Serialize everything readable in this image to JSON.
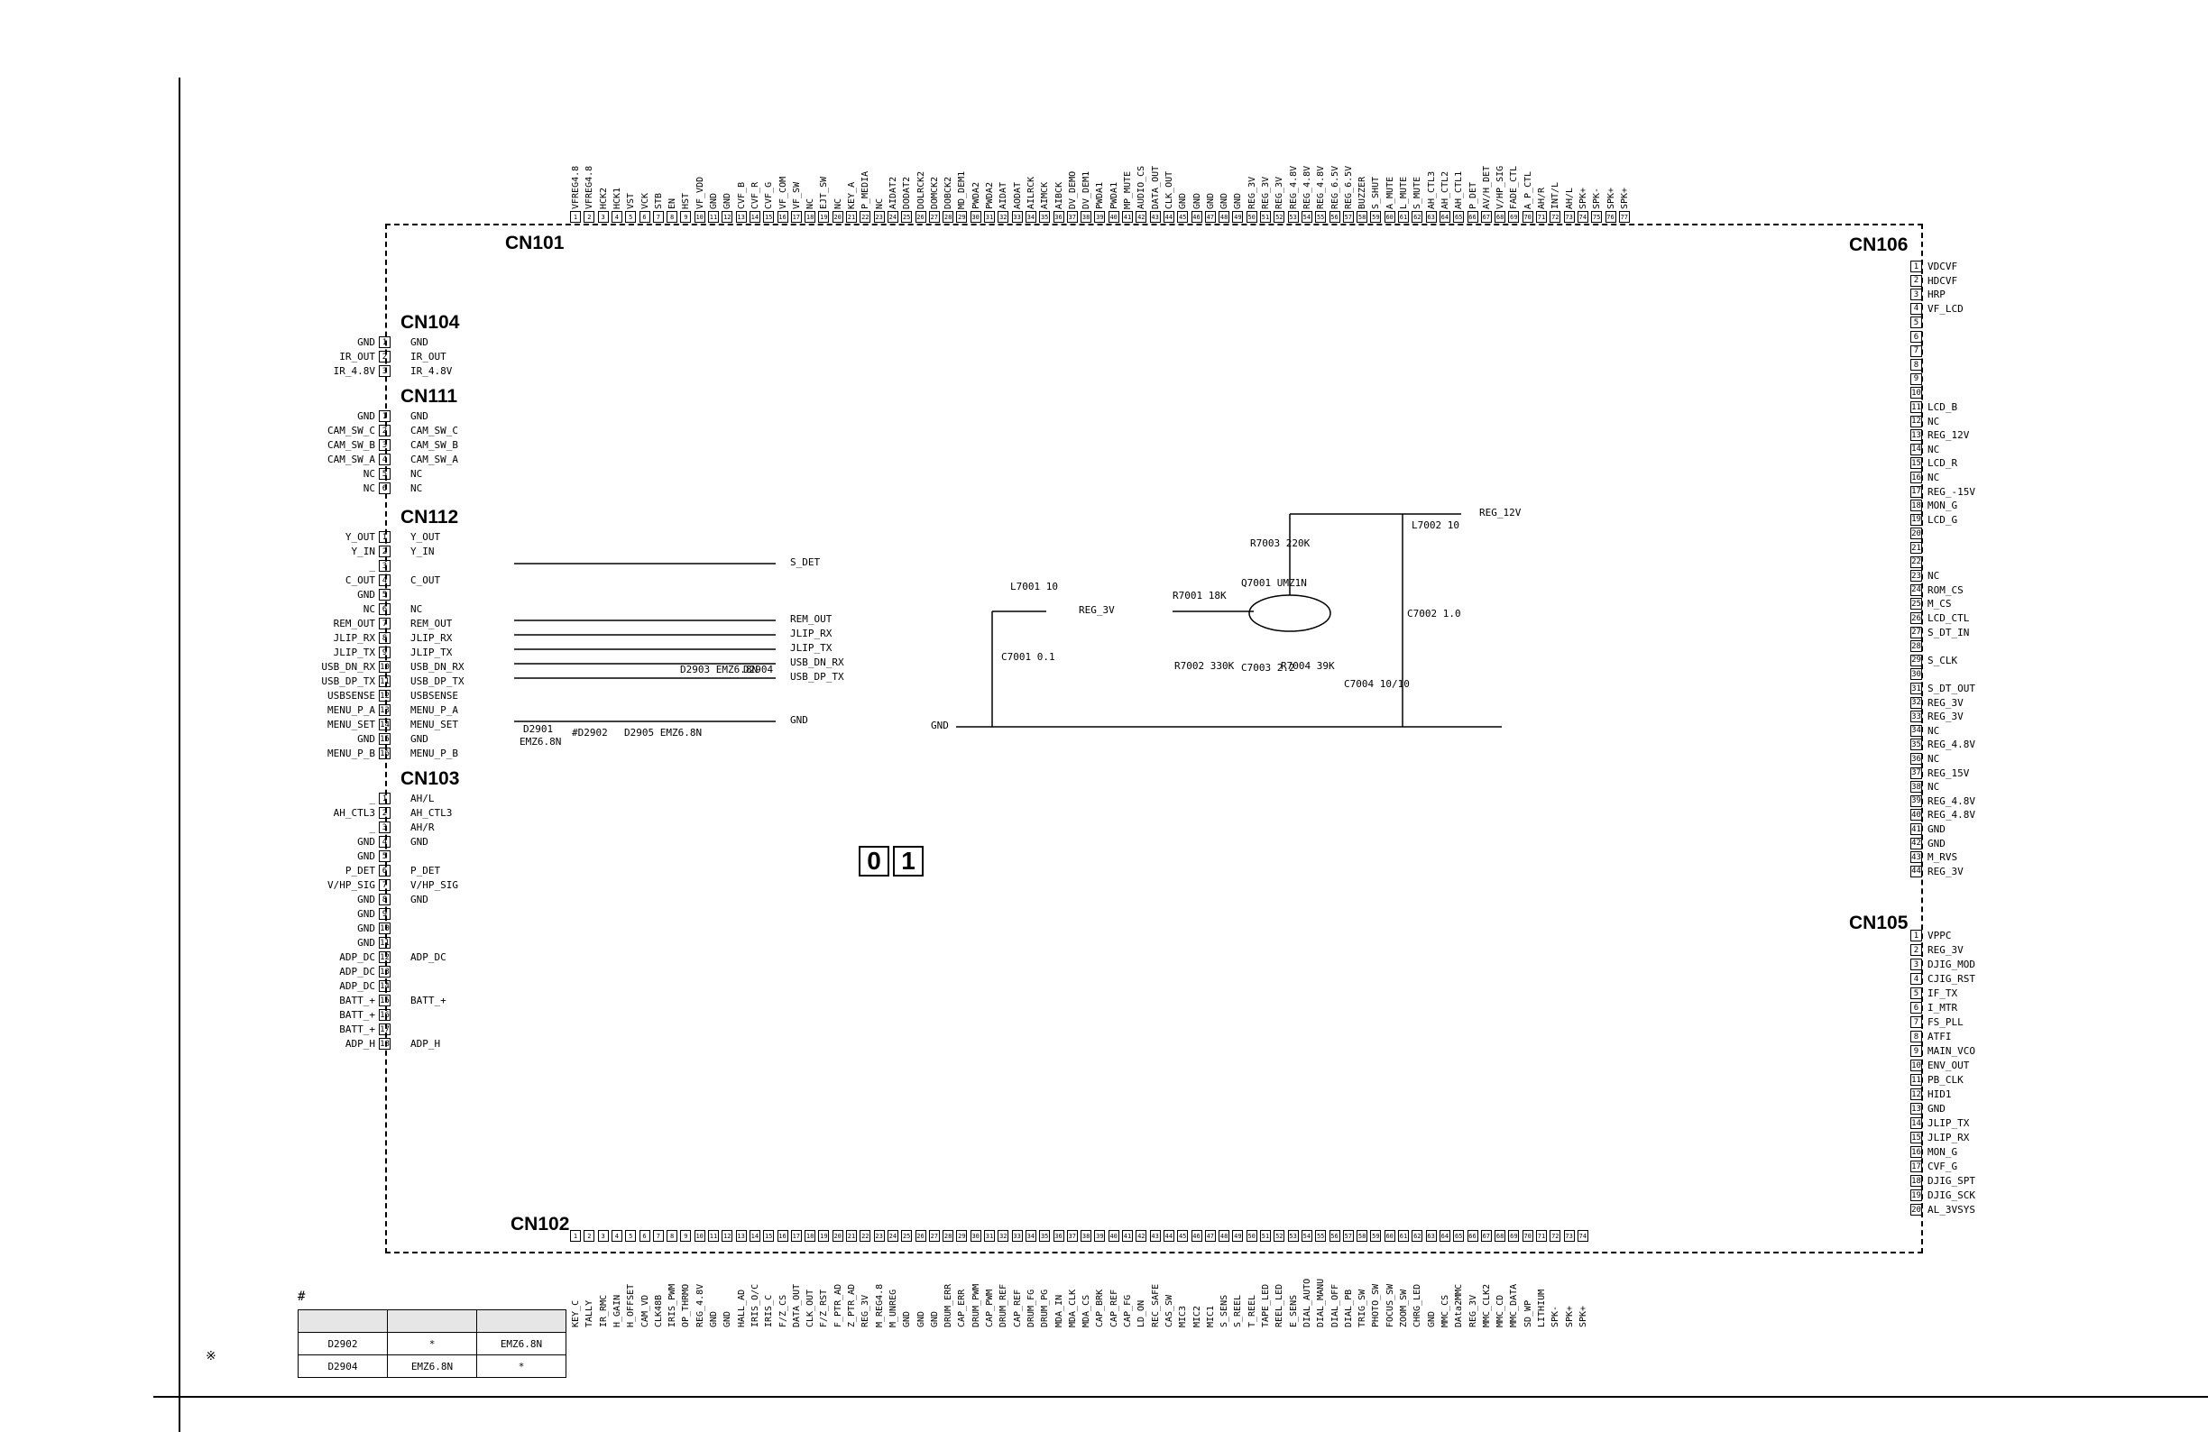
{
  "connectors": {
    "cn101": "CN101",
    "cn106": "CN106",
    "cn102": "CN102",
    "cn105": "CN105",
    "cn104": {
      "title": "CN104",
      "pins": [
        {
          "n": "1",
          "left": "GND",
          "right": "GND"
        },
        {
          "n": "2",
          "left": "IR_OUT",
          "right": "IR_OUT"
        },
        {
          "n": "3",
          "left": "IR_4.8V",
          "right": "IR_4.8V"
        }
      ]
    },
    "cn111": {
      "title": "CN111",
      "pins": [
        {
          "n": "1",
          "left": "GND",
          "right": "GND"
        },
        {
          "n": "2",
          "left": "CAM_SW_C",
          "right": "CAM_SW_C"
        },
        {
          "n": "3",
          "left": "CAM_SW_B",
          "right": "CAM_SW_B"
        },
        {
          "n": "4",
          "left": "CAM_SW_A",
          "right": "CAM_SW_A"
        },
        {
          "n": "5",
          "left": "NC",
          "right": "NC"
        },
        {
          "n": "6",
          "left": "NC",
          "right": "NC"
        }
      ]
    },
    "cn112": {
      "title": "CN112",
      "pins": [
        {
          "n": "1",
          "left": "Y_OUT",
          "right": "Y_OUT"
        },
        {
          "n": "2",
          "left": "Y_IN",
          "right": "Y_IN"
        },
        {
          "n": "3",
          "left": "_",
          "right": ""
        },
        {
          "n": "4",
          "left": "C_OUT",
          "right": "C_OUT"
        },
        {
          "n": "5",
          "left": "GND",
          "right": ""
        },
        {
          "n": "6",
          "left": "NC",
          "right": "NC"
        },
        {
          "n": "7",
          "left": "REM_OUT",
          "right": "REM_OUT"
        },
        {
          "n": "8",
          "left": "JLIP_RX",
          "right": "JLIP_RX"
        },
        {
          "n": "9",
          "left": "JLIP_TX",
          "right": "JLIP_TX"
        },
        {
          "n": "10",
          "left": "USB_DN_RX",
          "right": "USB_DN_RX"
        },
        {
          "n": "11",
          "left": "USB_DP_TX",
          "right": "USB_DP_TX"
        },
        {
          "n": "12",
          "left": "USBSENSE",
          "right": "USBSENSE"
        },
        {
          "n": "13",
          "left": "MENU_P_A",
          "right": "MENU_P_A"
        },
        {
          "n": "14",
          "left": "MENU_SET",
          "right": "MENU_SET"
        },
        {
          "n": "15",
          "left": "GND",
          "right": "GND"
        },
        {
          "n": "16",
          "left": "MENU_P_B",
          "right": "MENU_P_B"
        }
      ]
    },
    "cn103": {
      "title": "CN103",
      "pins": [
        {
          "n": "1",
          "left": "_",
          "right": "AH/L"
        },
        {
          "n": "2",
          "left": "AH_CTL3",
          "right": "AH_CTL3"
        },
        {
          "n": "3",
          "left": "_",
          "right": "AH/R"
        },
        {
          "n": "4",
          "left": "GND",
          "right": "GND"
        },
        {
          "n": "5",
          "left": "GND",
          "right": ""
        },
        {
          "n": "6",
          "left": "P_DET",
          "right": "P_DET"
        },
        {
          "n": "7",
          "left": "V/HP_SIG",
          "right": "V/HP_SIG"
        },
        {
          "n": "8",
          "left": "GND",
          "right": "GND"
        },
        {
          "n": "9",
          "left": "GND",
          "right": ""
        },
        {
          "n": "10",
          "left": "GND",
          "right": ""
        },
        {
          "n": "11",
          "left": "GND",
          "right": ""
        },
        {
          "n": "12",
          "left": "ADP_DC",
          "right": "ADP_DC"
        },
        {
          "n": "13",
          "left": "ADP_DC",
          "right": ""
        },
        {
          "n": "14",
          "left": "ADP_DC",
          "right": ""
        },
        {
          "n": "15",
          "left": "BATT_+",
          "right": "BATT_+"
        },
        {
          "n": "16",
          "left": "BATT_+",
          "right": ""
        },
        {
          "n": "17",
          "left": "BATT_+",
          "right": ""
        },
        {
          "n": "18",
          "left": "ADP_H",
          "right": "ADP_H"
        }
      ]
    },
    "cn106_pins": [
      "VDCVF",
      "HDCVF",
      "HRP",
      "VF_LCD",
      "",
      "",
      "",
      "",
      "",
      "",
      "LCD_B",
      "NC",
      "REG_12V",
      "NC",
      "LCD_R",
      "NC",
      "REG_-15V",
      "MON_G",
      "LCD_G",
      "",
      "",
      "",
      "NC",
      "ROM_CS",
      "M_CS",
      "LCD_CTL",
      "S_DT_IN",
      "",
      "S_CLK",
      "",
      "S_DT_OUT",
      "REG_3V",
      "REG_3V",
      "NC",
      "REG_4.8V",
      "NC",
      "REG_15V",
      "NC",
      "REG_4.8V",
      "REG_4.8V",
      "GND",
      "GND",
      "M_RVS",
      "REG_3V"
    ],
    "cn105_pins": [
      "VPPC",
      "REG_3V",
      "DJIG_MOD",
      "CJIG_RST",
      "IF_TX",
      "I_MTR",
      "FS_PLL",
      "ATFI",
      "MAIN_VCO",
      "ENV_OUT",
      "PB_CLK",
      "HID1",
      "GND",
      "JLIP_TX",
      "JLIP_RX",
      "MON_G",
      "CVF_G",
      "DJIG_SPT",
      "DJIG_SCK",
      "AL_3VSYS"
    ],
    "cn101_pins": [
      "VFREG4.8",
      "VFREG4.8",
      "HCK2",
      "HCK1",
      "VST",
      "VCK",
      "STB",
      "EN",
      "HST",
      "VF_VDD",
      "GND",
      "GND",
      "CVF_B",
      "CVF_R",
      "CVF_G",
      "VF_COM",
      "VF_SW",
      "NC",
      "EJT_SW",
      "NC",
      "KEY_A",
      "P_MEDIA",
      "NC",
      "AIDAT2",
      "DODAT2",
      "DOLRCK2",
      "DOMCK2",
      "DOBCK2",
      "MD_DEM1",
      "PWDA2",
      "PWDA2",
      "AIDAT",
      "AODAT",
      "AILRCK",
      "AIMCK",
      "AIBCK",
      "DV_DEMO",
      "DV_DEM1",
      "PWDA1",
      "PWDA1",
      "MP_MUTE",
      "AUDIO_CS",
      "DATA_OUT",
      "CLK_OUT",
      "GND",
      "GND",
      "GND",
      "GND",
      "GND",
      "REG_3V",
      "REG_3V",
      "REG_3V",
      "REG_4.8V",
      "REG_4.8V",
      "REG_4.8V",
      "REG_6.5V",
      "REG_6.5V",
      "BUZZER",
      "S_SHUT",
      "A_MUTE",
      "L_MUTE",
      "S_MUTE",
      "AH_CTL3",
      "AH_CTL2",
      "AH_CTL1",
      "P_DET",
      "AV/H_DET",
      "V/HP_SIG",
      "FADE_CTL",
      "A_P_CTL",
      "AH/R",
      "INT/L",
      "AH/L",
      "SPK+",
      "SPK-",
      "SPK+",
      "SPK+"
    ],
    "cn102_pins": [
      "KEY_C",
      "TALLY",
      "IR_RMC",
      "H_GAIN",
      "H_OFFSET",
      "CAM_VD",
      "CLK48B",
      "IRIS_PWM",
      "OP_THRMO",
      "REG_4.8V",
      "GND",
      "GND",
      "HALL_AD",
      "IRIS_O/C",
      "IRIS_C",
      "F/Z_CS",
      "DATA_OUT",
      "CLK_OUT",
      "F/Z_RST",
      "F_PTR_AD",
      "Z_PTR_AD",
      "REG_3V",
      "M_REG4.8",
      "M_UNREG",
      "GND",
      "GND",
      "GND",
      "DRUM_ERR",
      "CAP_ERR",
      "DRUM_PWM",
      "CAP_PWM",
      "DRUM_REF",
      "CAP_REF",
      "DRUM_FG",
      "DRUM_PG",
      "MDA_IN",
      "MDA_CLK",
      "MDA_CS",
      "CAP_BRK",
      "CAP_REF",
      "CAP_FG",
      "LD_ON",
      "REC_SAFE",
      "CAS_SW",
      "MIC3",
      "MIC2",
      "MIC1",
      "S_SENS",
      "S_REEL",
      "T_REEL",
      "TAPE_LED",
      "REEL_LED",
      "E_SENS",
      "DIAL_AUTO",
      "DIAL_MANU",
      "DIAL_OFF",
      "DIAL_PB",
      "TRIG_SW",
      "PHOTO_SW",
      "FOCUS_SW",
      "ZOOM_SW",
      "CHRG_LED",
      "GND",
      "MMC_CS",
      "DAta2MMC",
      "REG_3V",
      "MMC_CLK2",
      "MMC_CD",
      "MMC_DATA",
      "SD_WP",
      "LITHIUM",
      "SPK-",
      "SPK+",
      "SPK+"
    ]
  },
  "circuit": {
    "s_det": "S_DET",
    "rem_out": "REM_OUT",
    "jlip_rx": "JLIP_RX",
    "jlip_tx": "JLIP_TX",
    "usb_dn_rx": "USB_DN_RX",
    "usb_dp_tx": "USB_DP_TX",
    "gnd": "GND",
    "gnd_left": "GND",
    "reg_3v": "REG_3V",
    "reg_12v": "REG_12V",
    "l7001": "L7001 10",
    "l7002": "L7002 10",
    "r7001": "R7001 18K",
    "r7002": "R7002 330K",
    "r7003": "R7003 220K",
    "r7004": "R7004 39K",
    "c7001": "C7001 0.1",
    "c7002": "C7002 1.0",
    "c7003": "C7003 2.2",
    "c7004": "C7004 10/10",
    "q7001": "Q7001 UMZ1N",
    "d2901": "D2901",
    "d2902": "#D2902",
    "d2903": "D2903 EMZ6.8N",
    "d2904": "D2904",
    "d2905": "D2905 EMZ6.8N",
    "emz": "EMZ6.8N",
    "box0": "0",
    "box1": "1"
  },
  "parts_table": {
    "hash": "#",
    "note": "※",
    "rows": [
      [
        "D2902",
        "*",
        "EMZ6.8N"
      ],
      [
        "D2904",
        "EMZ6.8N",
        "*"
      ]
    ]
  }
}
